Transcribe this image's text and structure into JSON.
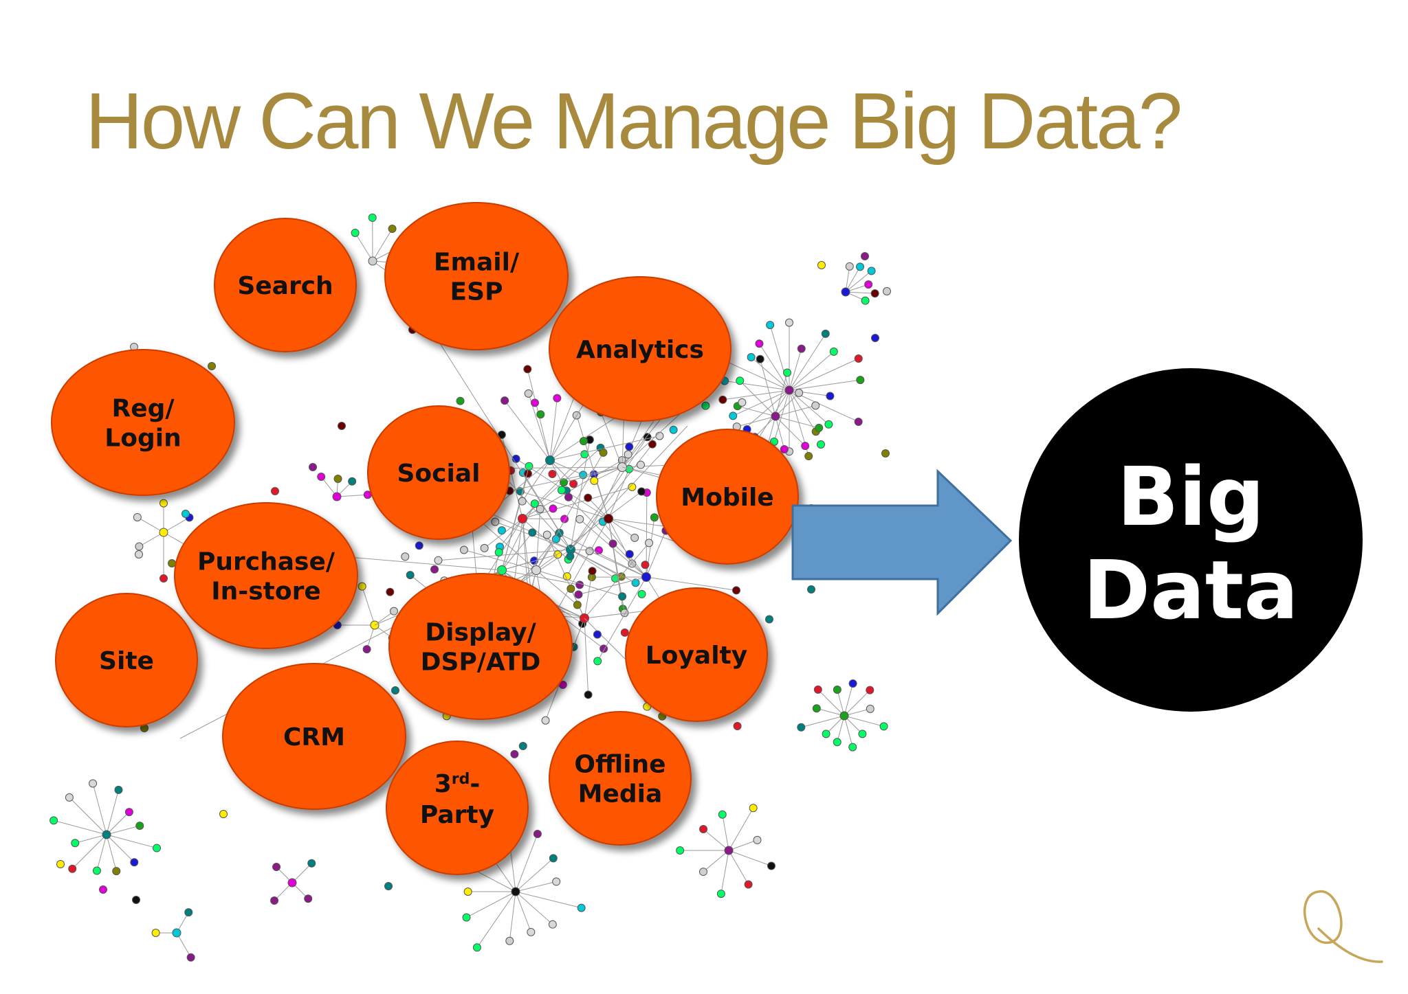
{
  "title": "How Can We Manage Big Data?",
  "colors": {
    "title": "#a88a3f",
    "bubble_fill": "#fd5400",
    "bubble_stroke": "#c93d00",
    "arrow_fill": "#6096c8",
    "arrow_stroke": "#3f6f9d",
    "target_fill": "#000000",
    "target_text": "#ffffff",
    "network_edge": "#9a9a9a",
    "logo": "#c7a65a"
  },
  "sources": [
    {
      "id": "search",
      "lines": [
        "Search"
      ]
    },
    {
      "id": "email-esp",
      "lines": [
        "Email/",
        "ESP"
      ]
    },
    {
      "id": "analytics",
      "lines": [
        "Analytics"
      ]
    },
    {
      "id": "reg-login",
      "lines": [
        "Reg/",
        "Login"
      ]
    },
    {
      "id": "social",
      "lines": [
        "Social"
      ]
    },
    {
      "id": "mobile",
      "lines": [
        "Mobile"
      ]
    },
    {
      "id": "purchase-in-store",
      "lines": [
        "Purchase/",
        "In-store"
      ]
    },
    {
      "id": "site",
      "lines": [
        "Site"
      ]
    },
    {
      "id": "display-dsp-atd",
      "lines": [
        "Display/",
        "DSP/ATD"
      ]
    },
    {
      "id": "loyalty",
      "lines": [
        "Loyalty"
      ]
    },
    {
      "id": "crm",
      "lines": [
        "CRM"
      ]
    },
    {
      "id": "offline-media",
      "lines": [
        "Offline",
        "Media"
      ]
    }
  ],
  "third_party": {
    "base": "3",
    "superscript": "rd",
    "suffix": "-",
    "line2": "Party"
  },
  "target": {
    "lines": [
      "Big",
      "Data"
    ]
  },
  "logo": {
    "icon": "q-monogram-icon",
    "letter": "Q"
  }
}
